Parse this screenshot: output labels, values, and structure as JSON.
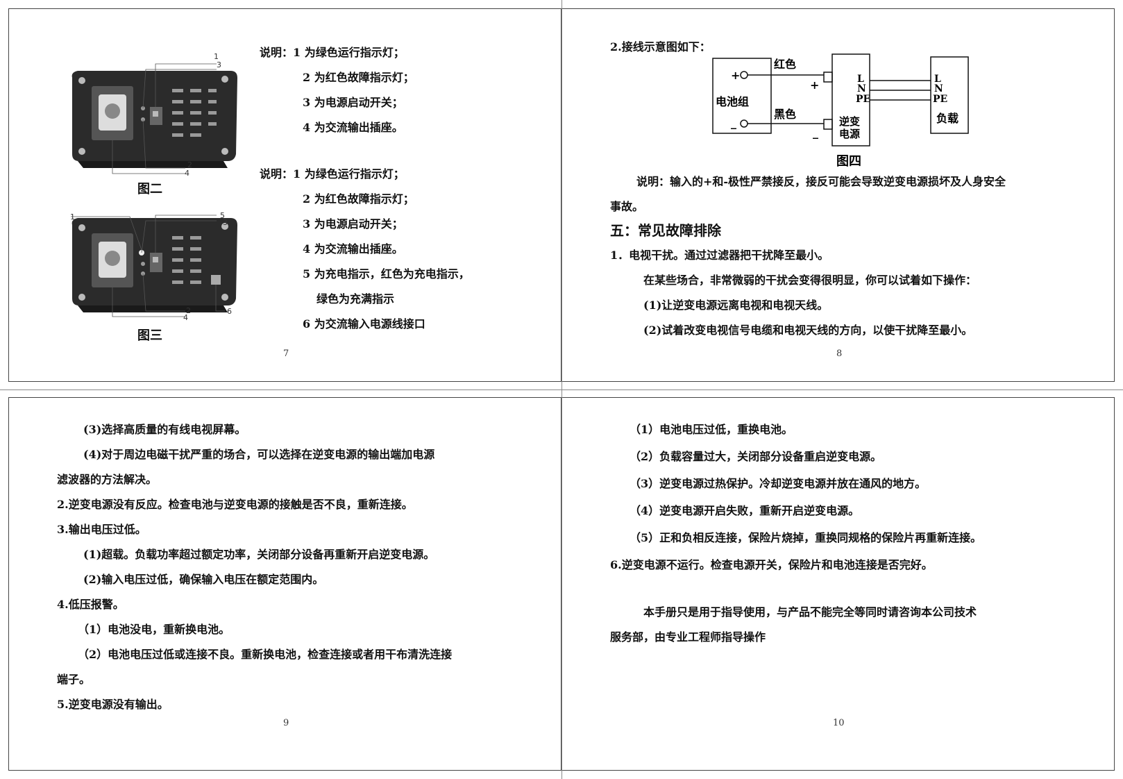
{
  "page7": {
    "fig2": {
      "caption": "图二",
      "callouts": [
        "1",
        "3",
        "2",
        "4"
      ]
    },
    "fig3": {
      "caption": "图三",
      "callouts": [
        "1",
        "5",
        "3",
        "2",
        "4",
        "6"
      ]
    },
    "note1": [
      "说明：1 为绿色运行指示灯；",
      "2 为红色故障指示灯；",
      "3 为电源启动开关；",
      "4 为交流输出插座。"
    ],
    "note2": [
      "说明：1 为绿色运行指示灯；",
      "2 为红色故障指示灯；",
      "3 为电源启动开关；",
      "4 为交流输出插座。",
      "5 为充电指示，红色为充电指示，",
      "绿色为充满指示",
      "6 为交流输入电源线接口"
    ],
    "page_number": "7"
  },
  "page8": {
    "wiring_title": "2.接线示意图如下：",
    "diagram": {
      "battery_label": "电池组",
      "plus": "+",
      "minus": "_",
      "red_label": "红色",
      "black_label": "黑色",
      "inverter_plus": "+",
      "inverter_minus": "_",
      "inverter_label_1": "逆变",
      "inverter_label_2": "电源",
      "inverter_L": "L",
      "inverter_N": "N",
      "inverter_PE": "PE",
      "load_L": "L",
      "load_N": "N",
      "load_PE": "PE",
      "load_label": "负载",
      "caption": "图四"
    },
    "warning_1": "说明：输入的+和-极性严禁接反，接反可能会导致逆变电源损坏及人身安全",
    "warning_2": "事故。",
    "section_heading": "五：常见故障排除",
    "item1": "1．电视干扰。通过过滤器把干扰降至最小。",
    "item1_detail": "在某些场合，非常微弱的干扰会变得很明显，你可以试着如下操作：",
    "item1_a": "(1)让逆变电源远离电视和电视天线。",
    "item1_b": "(2)试着改变电视信号电缆和电视天线的方向，以使干扰降至最小。",
    "page_number": "8"
  },
  "page9": {
    "lines": [
      "(3)选择高质量的有线电视屏幕。",
      "(4)对于周边电磁干扰严重的场合，可以选择在逆变电源的输出端加电源",
      "滤波器的方法解决。",
      "2.逆变电源没有反应。检查电池与逆变电源的接触是否不良，重新连接。",
      "3.输出电压过低。",
      "(1)超载。负载功率超过额定功率，关闭部分设备再重新开启逆变电源。",
      "(2)输入电压过低，确保输入电压在额定范围内。",
      "4.低压报警。",
      "（1）电池没电，重新换电池。",
      "（2）电池电压过低或连接不良。重新换电池，检查连接或者用干布清洗连接",
      "端子。",
      "5.逆变电源没有输出。"
    ],
    "page_number": "9"
  },
  "page10": {
    "lines": [
      "（1）电池电压过低，重换电池。",
      "（2）负载容量过大，关闭部分设备重启逆变电源。",
      "（3）逆变电源过热保护。冷却逆变电源并放在通风的地方。",
      "（4）逆变电源开启失败，重新开启逆变电源。",
      "（5）正和负相反连接，保险片烧掉，重换同规格的保险片再重新连接。",
      "6.逆变电源不运行。检查电源开关，保险片和电池连接是否完好。"
    ],
    "closing_1": "本手册只是用于指导使用，与产品不能完全等同时请咨询本公司技术",
    "closing_2": "服务部，由专业工程师指导操作",
    "page_number": "10"
  }
}
